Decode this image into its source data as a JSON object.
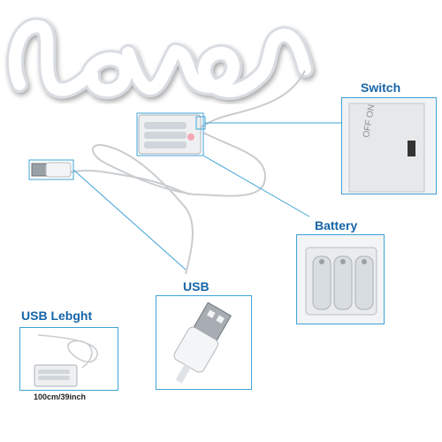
{
  "labels": {
    "switch": "Switch",
    "battery": "Battery",
    "usb": "USB",
    "usb_length": "USB Lebght",
    "length_value": "100cm/39inch"
  },
  "colors": {
    "label_blue": "#1565a8",
    "callout_line": "#3fa3d6",
    "neon_white": "#ffffff",
    "switch_pink": "#f4a7b5"
  }
}
